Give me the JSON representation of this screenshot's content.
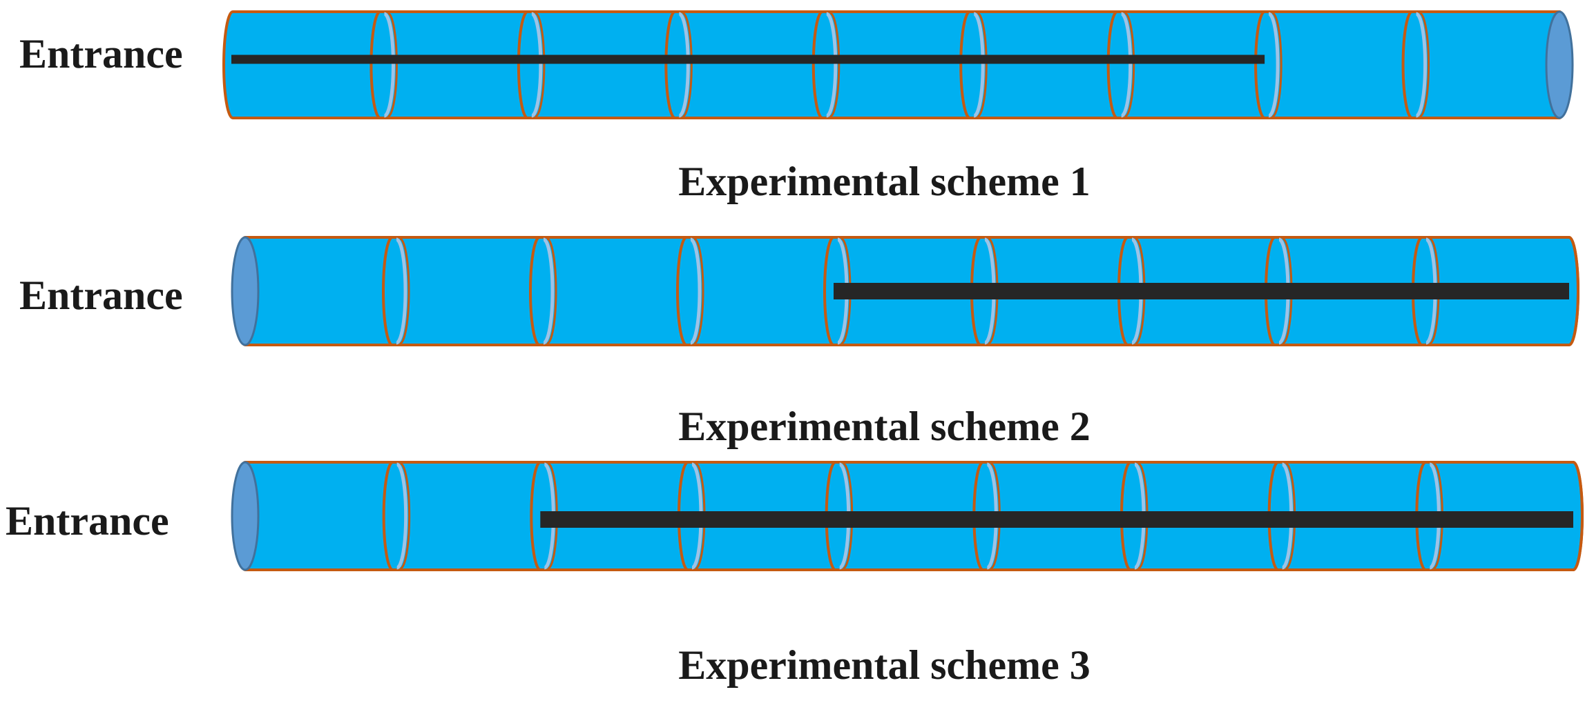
{
  "colors": {
    "tube_fill": "#00B0F0",
    "tube_outline": "#C55A11",
    "joint_highlight": "#9DC3E6",
    "end_cap_fill": "#5B9BD5",
    "end_cap_outline": "#41719C",
    "rod": "#262626"
  },
  "schemes": [
    {
      "entrance_label": "Entrance",
      "caption": "Experimental scheme 1",
      "segment_count": 9,
      "end_cap_side": "right",
      "rod_from_segment": 0,
      "rod_to_segment": 7
    },
    {
      "entrance_label": "Entrance",
      "caption": "Experimental scheme 2",
      "segment_count": 9,
      "end_cap_side": "left",
      "rod_from_segment": 4,
      "rod_to_segment": 9
    },
    {
      "entrance_label": "Entrance",
      "caption": "Experimental scheme 3",
      "segment_count": 9,
      "end_cap_side": "left",
      "rod_from_segment": 2,
      "rod_to_segment": 9
    }
  ]
}
